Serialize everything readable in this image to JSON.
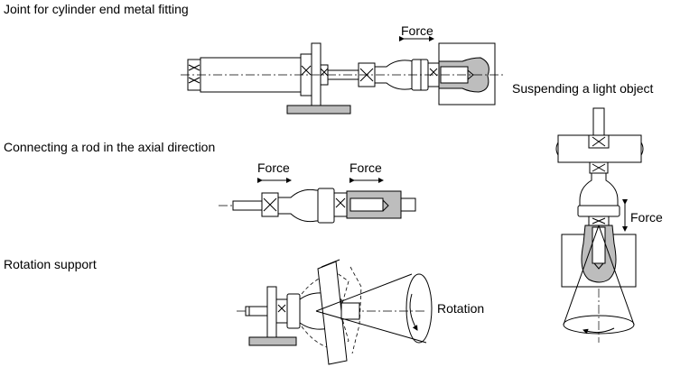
{
  "sections": {
    "joint": {
      "title": "Joint for cylinder end metal fitting",
      "force": "Force"
    },
    "axial": {
      "title": "Connecting a rod in the axial direction",
      "force_left": "Force",
      "force_right": "Force"
    },
    "rotation": {
      "title": "Rotation support",
      "rotation_label": "Rotation"
    },
    "suspend": {
      "title": "Suspending a light object",
      "force": "Force"
    }
  }
}
